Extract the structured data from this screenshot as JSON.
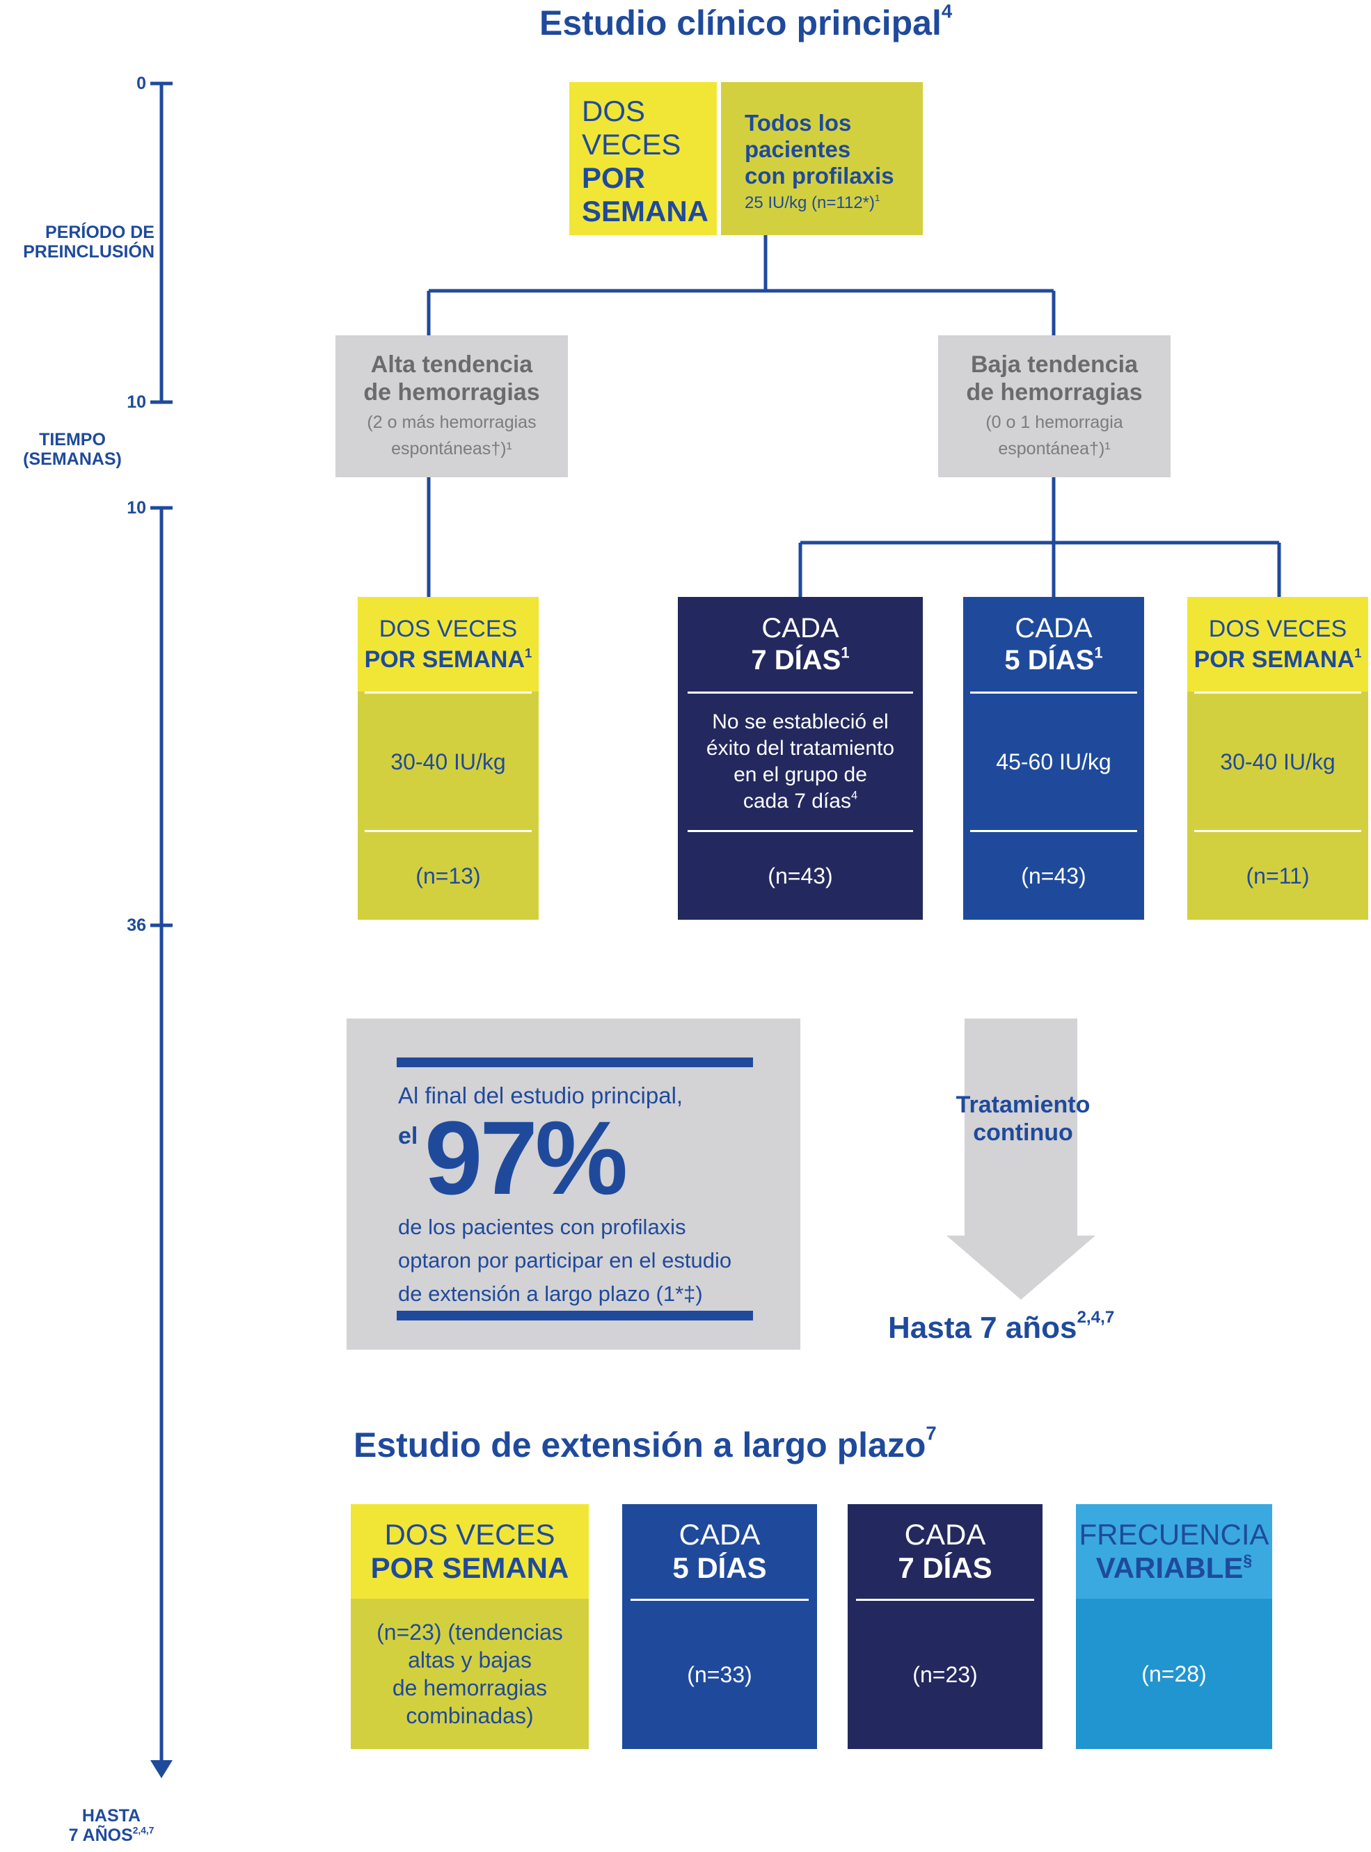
{
  "header": {
    "main_title": "Estudio clínico principal",
    "main_title_ref": "4"
  },
  "timeline": {
    "t0": "0",
    "run_in": [
      "PERÍODO DE",
      "PREINCLUSIÓN"
    ],
    "t10a": "10",
    "axis_label": [
      "TIEMPO",
      "(SEMANAS)"
    ],
    "t10b": "10",
    "t36": "36",
    "end_label": "HASTA",
    "end_years": "7 AÑOS",
    "end_ref": "2,4,7"
  },
  "top_box": {
    "left_lines": [
      "DOS",
      "VECES"
    ],
    "left_bold": [
      "POR",
      "SEMANA"
    ],
    "right_lines": [
      "Todos los",
      "pacientes",
      "con profilaxis"
    ],
    "right_sub": "25 IU/kg (n=112*)",
    "right_sub_ref": "1"
  },
  "high": {
    "title": [
      "Alta tendencia",
      "de hemorragias"
    ],
    "sub1": "(2 o más hemorragias",
    "sub2": "espontáneas",
    "sub2_ref": "†)¹"
  },
  "low": {
    "title": [
      "Baja tendencia",
      "de hemorragias"
    ],
    "sub1": "(0 o 1 hemorragia",
    "sub2": "espontánea",
    "sub2_ref": "†)¹"
  },
  "arms": [
    {
      "head1": "DOS VECES",
      "head2": "POR SEMANA",
      "ref": "1",
      "mid": "30-40 IU/kg",
      "n": "(n=13)"
    },
    {
      "head1": "CADA",
      "head2": "7 DÍAS",
      "ref": "1",
      "mid": [
        "No se estableció el",
        "éxito del tratamiento",
        "en el grupo de",
        "cada 7 días"
      ],
      "mid_ref": "4",
      "n": "(n=43)"
    },
    {
      "head1": "CADA",
      "head2": "5 DÍAS",
      "ref": "1",
      "mid": "45-60 IU/kg",
      "n": "(n=43)"
    },
    {
      "head1": "DOS VECES",
      "head2": "POR SEMANA",
      "ref": "1",
      "mid": "30-40 IU/kg",
      "n": "(n=11)"
    }
  ],
  "summary": {
    "line1": "Al final del estudio principal,",
    "el": "el",
    "big": "97%",
    "lines": [
      "de los pacientes con profilaxis",
      "optaron por participar en el estudio",
      "de extensión a largo plazo (1*‡)"
    ]
  },
  "arrow": {
    "label": [
      "Tratamiento",
      "continuo"
    ],
    "until": "Hasta 7 años",
    "until_ref": "2,4,7"
  },
  "ext": {
    "title": "Estudio de extensión a largo plazo",
    "title_ref": "7",
    "cards": [
      {
        "head1": "DOS VECES",
        "head2": "POR SEMANA",
        "body": [
          "(n=23) (tendencias",
          "altas y bajas",
          "de hemorragias",
          "combinadas)"
        ]
      },
      {
        "head1": "CADA",
        "head2": "5 DÍAS",
        "body": [
          "(n=33)"
        ]
      },
      {
        "head1": "CADA",
        "head2": "7 DÍAS",
        "body": [
          "(n=23)"
        ]
      },
      {
        "head1": "FRECUENCIA",
        "head2": "VARIABLE",
        "head2_ref": "§",
        "body": [
          "(n=28)"
        ]
      }
    ]
  },
  "colors": {
    "blue_dark": "#23295e",
    "blue_mid": "#1f4a9c",
    "blue_light": "#2d9fd6",
    "yellow": "#f1e636",
    "olive": "#d3d03f",
    "grey": "#d3d2d4"
  }
}
